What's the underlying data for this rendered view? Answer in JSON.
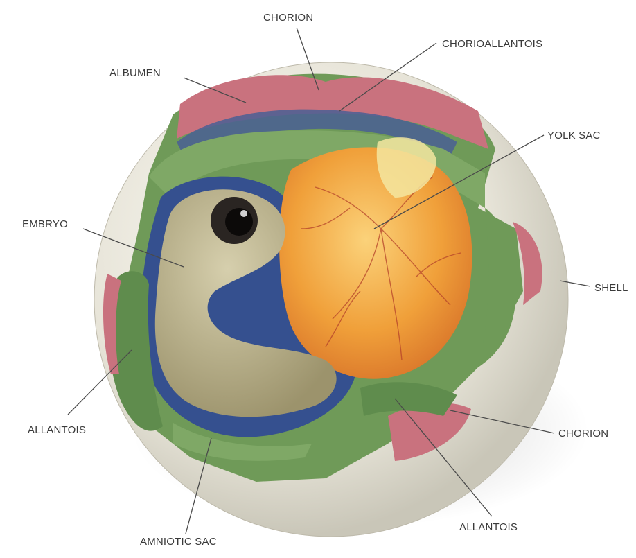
{
  "labels": {
    "chorion_top": "CHORION",
    "chorioallantois": "CHORIOALLANTOIS",
    "albumen": "ALBUMEN",
    "yolk_sac": "YOLK SAC",
    "embryo": "EMBRYO",
    "shell": "SHELL",
    "allantois_left": "ALLANTOIS",
    "chorion_right": "CHORION",
    "allantois_bottom": "ALLANTOIS",
    "amniotic_sac": "AMNIOTIC SAC"
  },
  "colors": {
    "shell": "#e7e4d8",
    "allantois": "#6f9a58",
    "chorion": "#c9727e",
    "amnion": "#35508f",
    "yolk": "#f0a03a",
    "embryo": "#b9b088",
    "albumen": "#f3e6a0"
  }
}
